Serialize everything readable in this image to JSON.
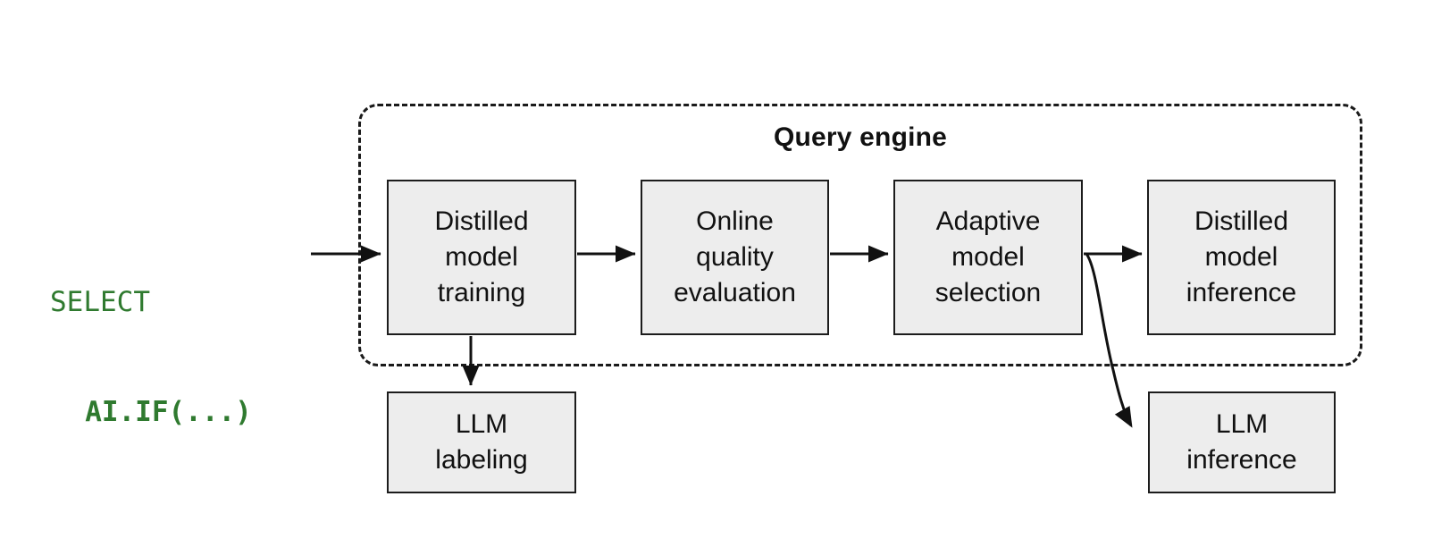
{
  "diagram": {
    "title": "Query engine",
    "query_input": {
      "line1": "SELECT",
      "line2": "AI.IF(...)",
      "color": "#2f7a2f"
    },
    "group": {
      "label": "Query engine",
      "border_style": "dashed",
      "border_color": "#1a1a1a"
    },
    "node_fill": "#ededed",
    "node_border": "#1c1c1c",
    "nodes": [
      {
        "id": "distilled-model-training",
        "label": "Distilled\nmodel\ntraining",
        "inside_group": true
      },
      {
        "id": "online-quality-evaluation",
        "label": "Online\nquality\nevaluation",
        "inside_group": true
      },
      {
        "id": "adaptive-model-selection",
        "label": "Adaptive\nmodel\nselection",
        "inside_group": true
      },
      {
        "id": "distilled-model-inference",
        "label": "Distilled\nmodel\ninference",
        "inside_group": true
      },
      {
        "id": "llm-labeling",
        "label": "LLM\nlabeling",
        "inside_group": false
      },
      {
        "id": "llm-inference",
        "label": "LLM\ninference",
        "inside_group": false
      }
    ],
    "edges": [
      {
        "id": "query-to-training",
        "from": "query-input",
        "to": "distilled-model-training",
        "shape": "straight"
      },
      {
        "id": "training-to-eval",
        "from": "distilled-model-training",
        "to": "online-quality-evaluation",
        "shape": "straight"
      },
      {
        "id": "eval-to-selection",
        "from": "online-quality-evaluation",
        "to": "adaptive-model-selection",
        "shape": "straight"
      },
      {
        "id": "selection-to-distinf",
        "from": "adaptive-model-selection",
        "to": "distilled-model-inference",
        "shape": "straight"
      },
      {
        "id": "training-to-labeling",
        "from": "distilled-model-training",
        "to": "llm-labeling",
        "shape": "straight"
      },
      {
        "id": "selection-to-llminf",
        "from": "adaptive-model-selection",
        "to": "llm-inference",
        "shape": "curved"
      }
    ]
  }
}
